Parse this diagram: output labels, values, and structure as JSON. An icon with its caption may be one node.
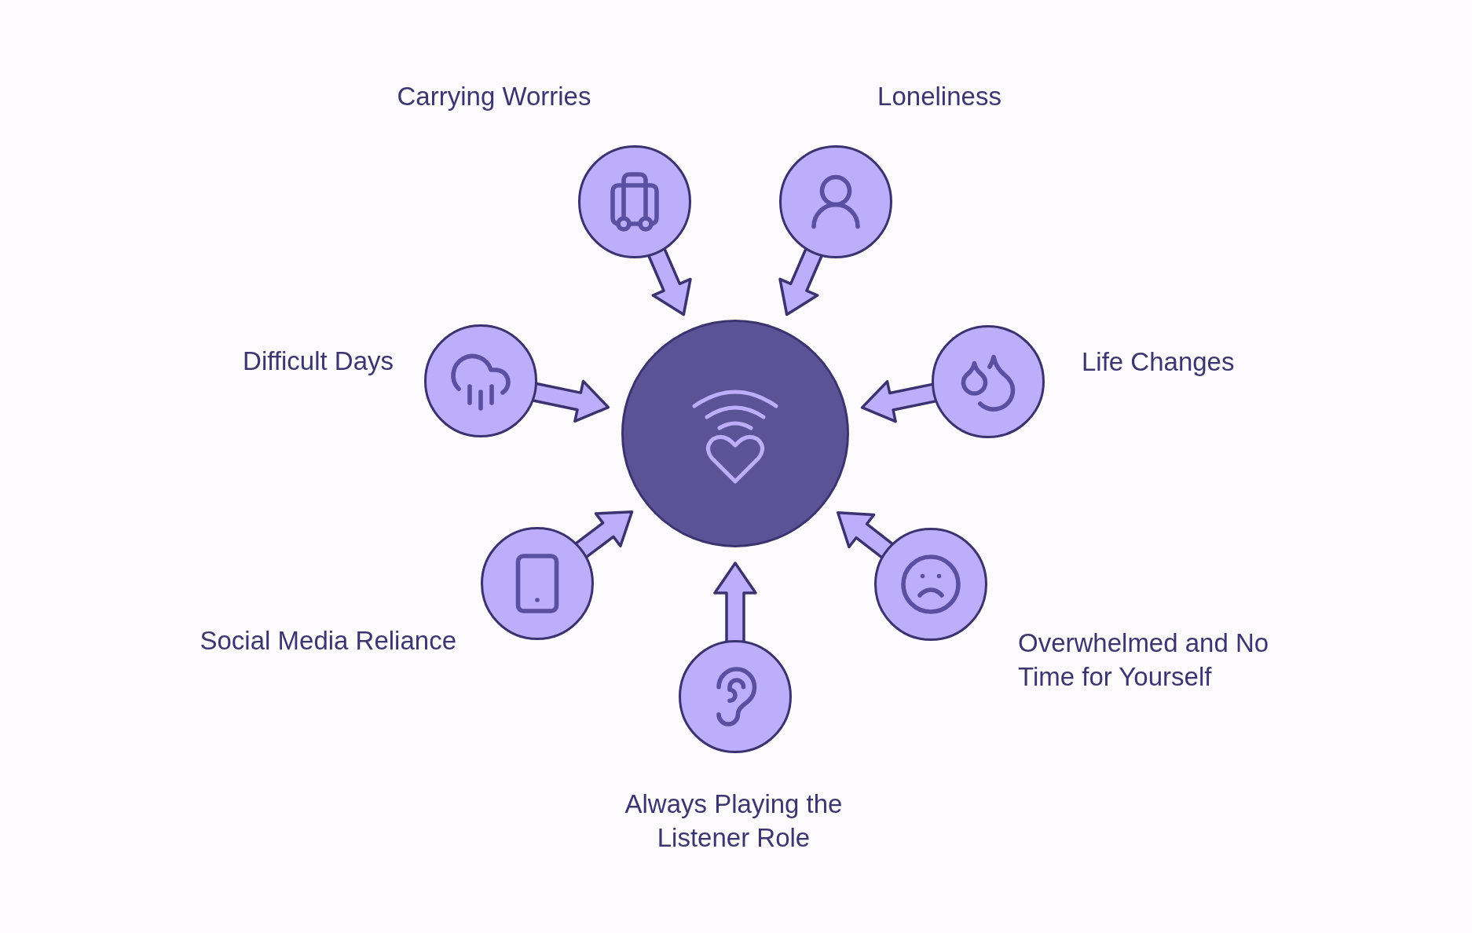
{
  "diagram": {
    "nodes": [
      {
        "text": [],
        "shape": "circle"
      },
      {
        "text": [
          "Carrying Worries"
        ]
      },
      {
        "text": [
          "Loneliness"
        ]
      },
      {
        "text": [
          "Life Changes"
        ]
      },
      {
        "text": [
          "Overwhelmed and No Time for Yourself"
        ]
      },
      {
        "text": [
          "Always Playing the Listener Role"
        ]
      },
      {
        "text": [
          "Social Media Reliance"
        ]
      },
      {
        "text": [
          "Difficult Days"
        ]
      }
    ],
    "edges": [
      {
        "from": 1,
        "to": 0,
        "arrow": "to"
      },
      {
        "from": 2,
        "to": 0,
        "arrow": "to"
      },
      {
        "from": 3,
        "to": 0,
        "arrow": "to"
      },
      {
        "from": 4,
        "to": 0,
        "arrow": "to"
      },
      {
        "from": 5,
        "to": 0,
        "arrow": "to"
      },
      {
        "from": 6,
        "to": 0,
        "arrow": "to"
      },
      {
        "from": 7,
        "to": 0,
        "arrow": "to"
      }
    ]
  }
}
